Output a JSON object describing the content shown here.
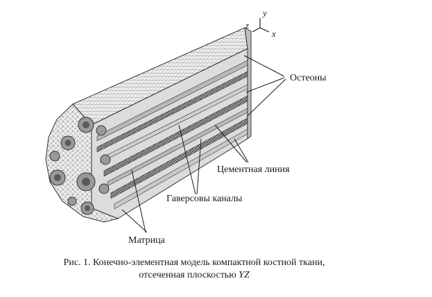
{
  "axes": {
    "y": "y",
    "z": "z",
    "x": "x"
  },
  "labels": {
    "osteons": "Остеоны",
    "cement_line": "Цементная линия",
    "haversian_canals": "Гаверсовы каналы",
    "matrix": "Матрица"
  },
  "caption": {
    "line1": "Рис. 1. Конечно-элементная модель компактной костной ткани,",
    "line2_prefix": "отсеченная плоскостью ",
    "line2_plane": "YZ"
  }
}
